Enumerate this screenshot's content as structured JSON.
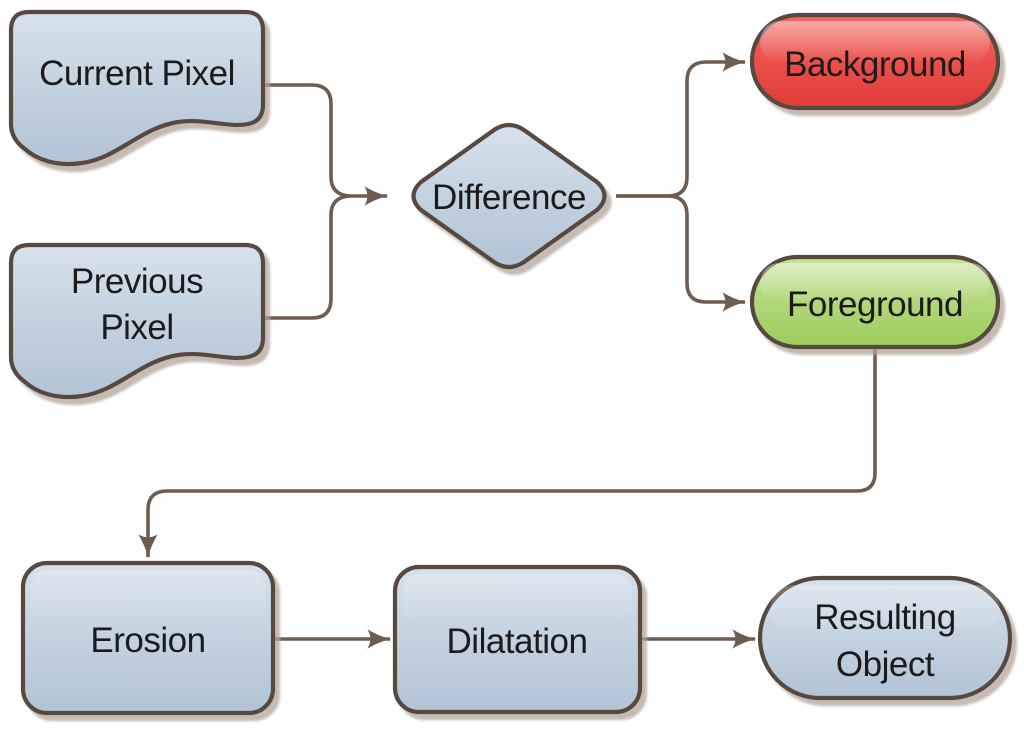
{
  "diagram": {
    "type": "flowchart",
    "nodes": {
      "current_pixel": {
        "label": "Current Pixel",
        "shape": "tape",
        "fill": "#bccddd"
      },
      "previous_pixel": {
        "label": "Previous Pixel",
        "line1": "Previous",
        "line2": "Pixel",
        "shape": "tape",
        "fill": "#bccddd"
      },
      "difference": {
        "label": "Difference",
        "shape": "diamond",
        "fill": "#bccddd"
      },
      "background": {
        "label": "Background",
        "shape": "pill",
        "fill": "#e84a43"
      },
      "foreground": {
        "label": "Foreground",
        "shape": "pill",
        "fill": "#a9d371"
      },
      "erosion": {
        "label": "Erosion",
        "shape": "rounded-rect",
        "fill": "#bccddd"
      },
      "dilatation": {
        "label": "Dilatation",
        "shape": "rounded-rect",
        "fill": "#bccddd"
      },
      "resulting_object": {
        "label": "Resulting Object",
        "line1": "Resulting",
        "line2": "Object",
        "shape": "pill",
        "fill": "#bccddd"
      }
    },
    "edges": [
      {
        "from": "current_pixel",
        "to": "difference"
      },
      {
        "from": "previous_pixel",
        "to": "difference"
      },
      {
        "from": "difference",
        "to": "background"
      },
      {
        "from": "difference",
        "to": "foreground"
      },
      {
        "from": "foreground",
        "to": "erosion"
      },
      {
        "from": "erosion",
        "to": "dilatation"
      },
      {
        "from": "dilatation",
        "to": "resulting_object"
      }
    ],
    "colors": {
      "node_blue": "#bccddd",
      "node_red": "#e84a43",
      "node_green": "#a9d371",
      "border": "#59493f",
      "connector": "#6e5c51",
      "shadow": "#cfc5bb",
      "text": "#1b1b1b",
      "page_background": "#ffffff"
    }
  }
}
